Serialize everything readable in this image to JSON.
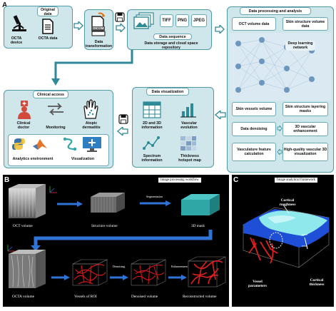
{
  "panel_a": {
    "letter": "A",
    "original_data": {
      "title": "Original data",
      "items": [
        "OCTA device",
        "OCTA data"
      ]
    },
    "transformation": {
      "dicom_tag": "DICOM",
      "label": "Data transformation"
    },
    "storage": {
      "formats": [
        "TIFF",
        "PNG",
        "JPEG"
      ],
      "sequence_label": "Data sequence",
      "repo_label": "Data storage and cloud space repository"
    },
    "analysis": {
      "title": "Data processing and analysis",
      "octa_volume": "OCT volume data",
      "skin_structure": "Skin structure volume data",
      "network": "Deep learning network",
      "skin_vessels": "Skin vessels volume",
      "layering": "Skin structure layering masks",
      "denoising": "Data denoising",
      "enhancement": "3D vascular enhancement",
      "feature": "Vasculature feature calculation",
      "visualization_3d": "High-quality vascular 3D visualization"
    },
    "visualization": {
      "title": "Data visualization",
      "items": [
        "2D and 3D information",
        "Vascular evolution",
        "Spectrum information",
        "Thickness hotspot map"
      ]
    },
    "clinical": {
      "title": "Clinical access",
      "items": [
        "Clinical doctor",
        "Monitoring",
        "Atopic dermatitis"
      ],
      "analytics": "Analytics environment",
      "viz": "Visualization"
    }
  },
  "panel_b": {
    "letter": "B",
    "workflow_title": "Image processing workflow",
    "oct_volume": "OCT volume",
    "structure_volume": "Structure volume",
    "segmentation": "Segmentation",
    "mask": "3D mask",
    "octa_volume": "OCTA volume",
    "vessels_roi": "Vessels of ROI",
    "denoising": "Denoising",
    "denoised_volume": "Denoised volume",
    "enhancement": "Enhancement",
    "reconstructed_volume": "Reconstructed volume"
  },
  "panel_c": {
    "letter": "C",
    "framework_title": "Image analytical framework",
    "cortical_roughness": "Cortical roughness",
    "vessel_parameters": "Vessel parameters",
    "cortical_thickness": "Cortical thickness"
  },
  "colors": {
    "panel_fill": "#cfe6ea",
    "panel_border": "#4f9aa6",
    "arrow": "#2e8a96",
    "dark_bg": "#000000",
    "vessel_red": "#d01818",
    "mask_teal": "#2fa7a7",
    "blue_arrow": "#2f73d6"
  }
}
